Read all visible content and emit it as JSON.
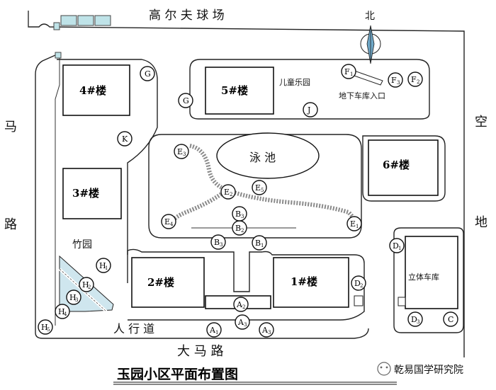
{
  "title": "玉园小区平面布置图",
  "watermark": "乾易国学研究院",
  "compass": "北",
  "roads": {
    "golf": "高 尔 夫 球 场",
    "east_left": "马",
    "east_right": "路",
    "vacant_1": "空",
    "vacant_2": "地",
    "main_road": "大 马 路",
    "sidewalk": "人 行 道"
  },
  "buildings": {
    "b1": "1#楼",
    "b2": "2#楼",
    "b3": "3#楼",
    "b4": "4#楼",
    "b5": "5#楼",
    "b6": "6#楼"
  },
  "areas": {
    "pool": "泳 池",
    "playground": "儿童乐园",
    "garage_entrance": "地下车库入口",
    "parking": "立体车库",
    "bamboo": "竹园"
  },
  "markers": {
    "G1": {
      "main": "G",
      "sub": ""
    },
    "G2": {
      "main": "G",
      "sub": ""
    },
    "K": {
      "main": "K",
      "sub": ""
    },
    "J": {
      "main": "J",
      "sub": ""
    },
    "F1": {
      "main": "F",
      "sub": "1"
    },
    "F2": {
      "main": "F",
      "sub": "2"
    },
    "F3": {
      "main": "F",
      "sub": "3"
    },
    "E1": {
      "main": "E",
      "sub": "1"
    },
    "E2": {
      "main": "E",
      "sub": "2"
    },
    "E3": {
      "main": "E",
      "sub": "3"
    },
    "E4": {
      "main": "E",
      "sub": "4"
    },
    "E5": {
      "main": "E",
      "sub": "5"
    },
    "B1": {
      "main": "B",
      "sub": "1"
    },
    "B2": {
      "main": "B",
      "sub": "2"
    },
    "B3a": {
      "main": "B",
      "sub": "3"
    },
    "B3b": {
      "main": "B",
      "sub": "3"
    },
    "D1": {
      "main": "D",
      "sub": "1"
    },
    "D2": {
      "main": "D",
      "sub": "2"
    },
    "D3": {
      "main": "D",
      "sub": "3"
    },
    "C": {
      "main": "C",
      "sub": ""
    },
    "A1": {
      "main": "A",
      "sub": "1"
    },
    "A2": {
      "main": "A",
      "sub": "2"
    },
    "A3": {
      "main": "A",
      "sub": "3"
    },
    "A3b": {
      "main": "A",
      "sub": "3"
    },
    "H1": {
      "main": "H",
      "sub": "1"
    },
    "H2": {
      "main": "H",
      "sub": "2"
    },
    "H3": {
      "main": "H",
      "sub": "3"
    },
    "H4": {
      "main": "H",
      "sub": "4"
    },
    "H5": {
      "main": "H",
      "sub": "5"
    }
  }
}
